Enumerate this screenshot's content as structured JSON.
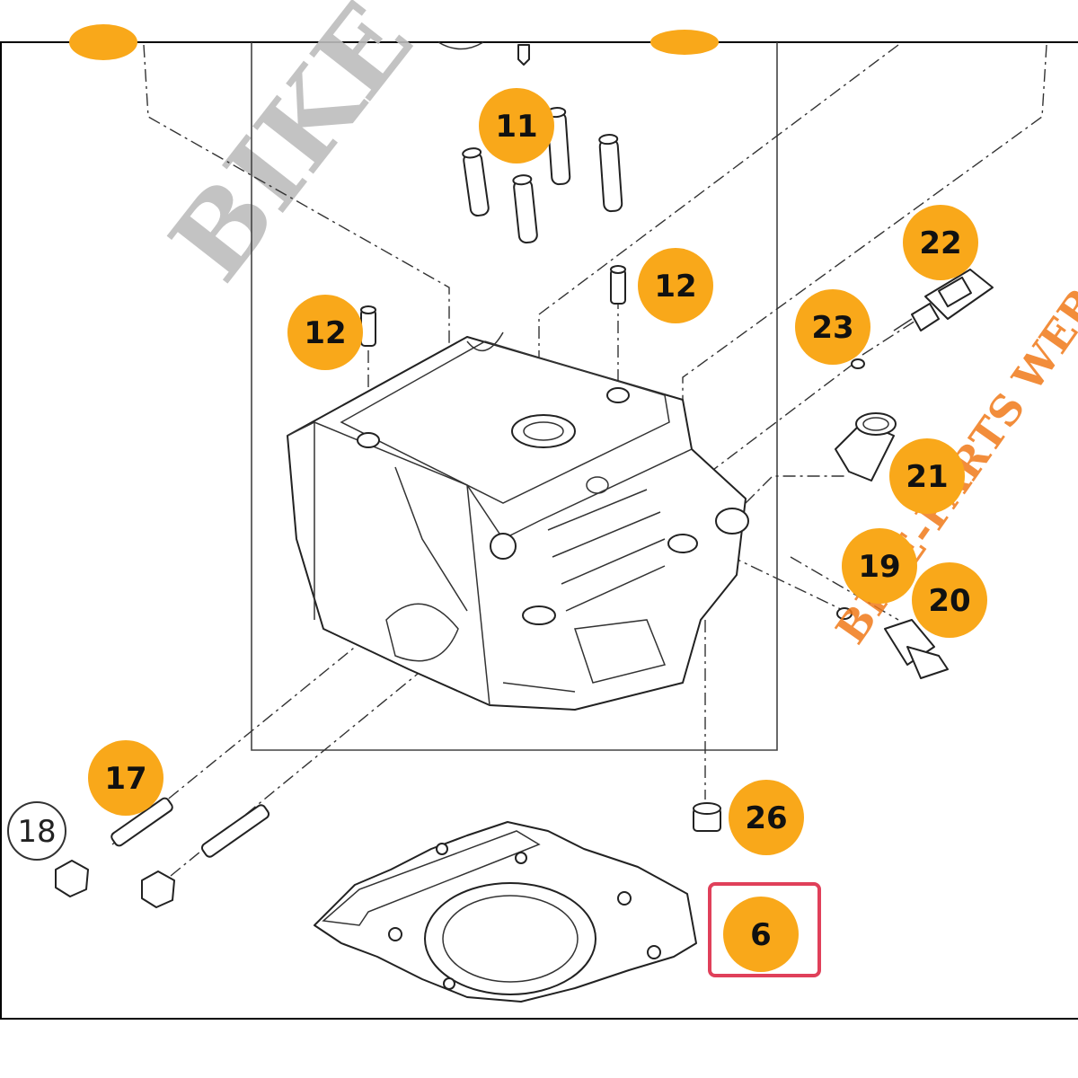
{
  "diagram": {
    "watermark_left": "BIKE",
    "watermark_right": "BIKE-PARTS WEB.",
    "highlight_color": "#e0405a",
    "badge_color": "#f9a81a",
    "callouts": [
      {
        "id": "11",
        "label": "11",
        "style": "badge"
      },
      {
        "id": "12a",
        "label": "12",
        "style": "badge"
      },
      {
        "id": "12b",
        "label": "12",
        "style": "badge"
      },
      {
        "id": "22",
        "label": "22",
        "style": "badge"
      },
      {
        "id": "23",
        "label": "23",
        "style": "badge"
      },
      {
        "id": "21",
        "label": "21",
        "style": "badge"
      },
      {
        "id": "19",
        "label": "19",
        "style": "badge"
      },
      {
        "id": "20",
        "label": "20",
        "style": "badge"
      },
      {
        "id": "17",
        "label": "17",
        "style": "badge"
      },
      {
        "id": "18",
        "label": "18",
        "style": "outline"
      },
      {
        "id": "26",
        "label": "26",
        "style": "badge"
      },
      {
        "id": "6",
        "label": "6",
        "style": "badge-highlighted"
      }
    ]
  }
}
